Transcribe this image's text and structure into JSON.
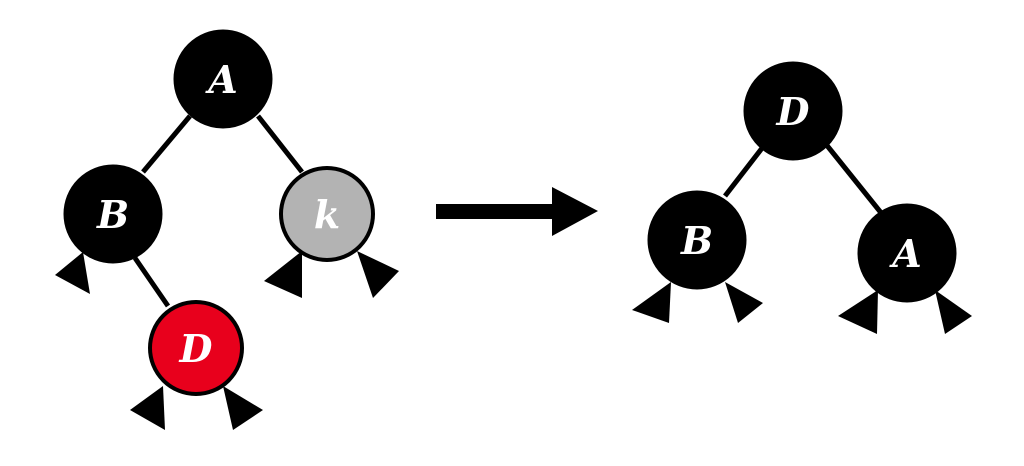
{
  "colors": {
    "black_node": "#000000",
    "red_node": "#e8001c",
    "gray_node": "#b3b3b3",
    "label": "#ffffff",
    "edge": "#000000"
  },
  "before": {
    "nodes": {
      "a": {
        "label": "A",
        "color": "black"
      },
      "b": {
        "label": "B",
        "color": "black"
      },
      "k": {
        "label": "k",
        "color": "gray"
      },
      "d": {
        "label": "D",
        "color": "red"
      }
    }
  },
  "after": {
    "nodes": {
      "d": {
        "label": "D",
        "color": "black"
      },
      "b": {
        "label": "B",
        "color": "black"
      },
      "a": {
        "label": "A",
        "color": "black"
      }
    }
  },
  "transition": {
    "icon": "arrow-right-icon"
  }
}
